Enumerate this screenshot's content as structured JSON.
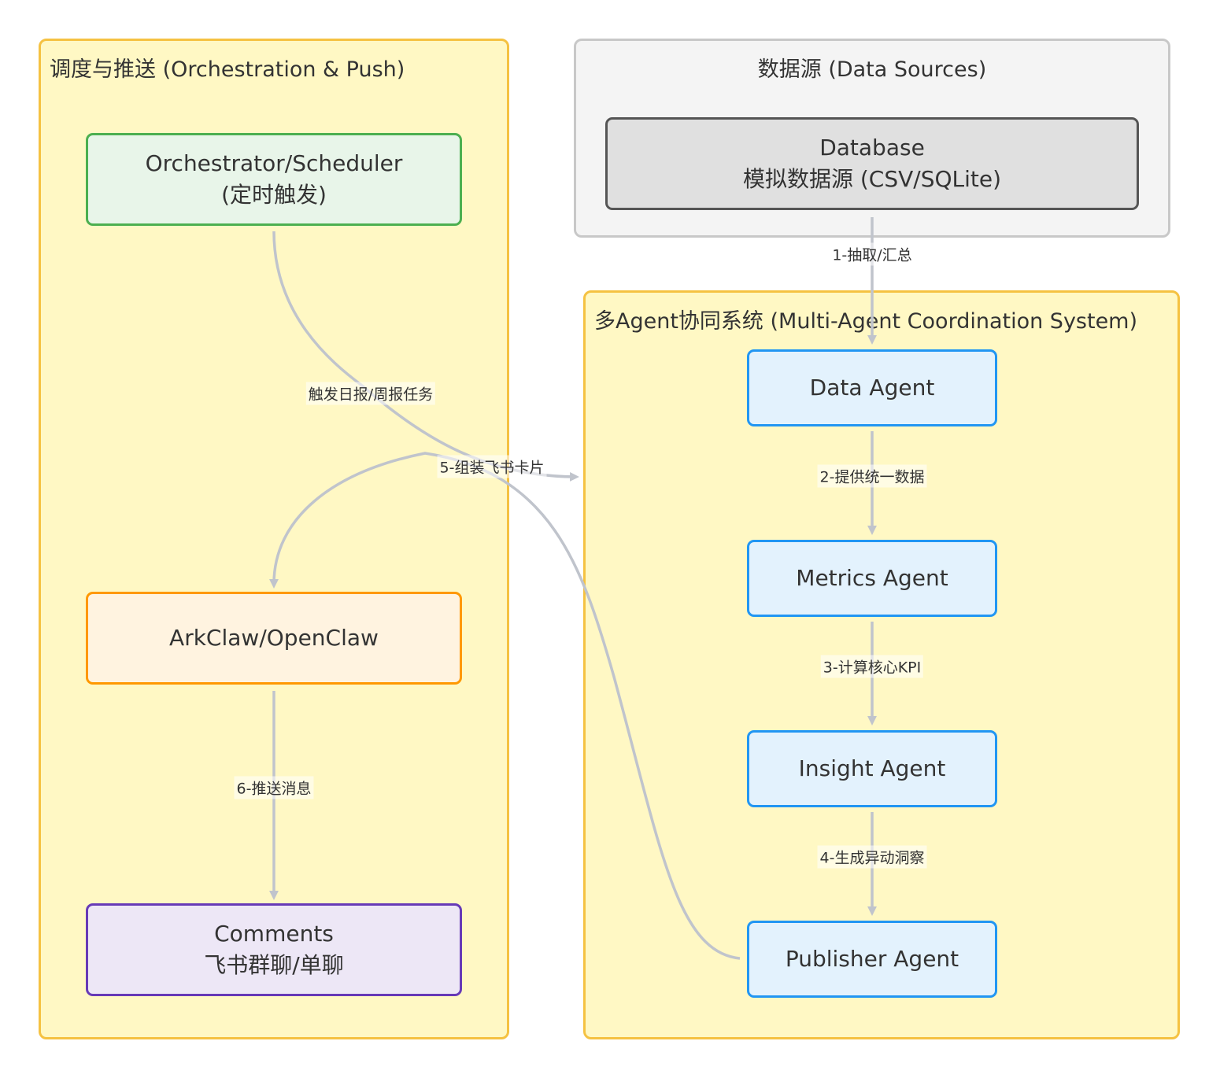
{
  "clusters": {
    "orchestration": {
      "title": "调度与推送 (Orchestration & Push)"
    },
    "sources": {
      "title": "数据源 (Data Sources)"
    },
    "agents": {
      "title": "多Agent协同系统 (Multi-Agent Coordination System)"
    }
  },
  "nodes": {
    "orchestrator": {
      "line1": "Orchestrator/Scheduler",
      "line2": "(定时触发)"
    },
    "arkclaw": {
      "line1": "ArkClaw/OpenClaw"
    },
    "comments": {
      "line1": "Comments",
      "line2": "飞书群聊/单聊"
    },
    "database": {
      "line1": "Database",
      "line2": "模拟数据源 (CSV/SQLite)"
    },
    "data_agent": {
      "line1": "Data Agent"
    },
    "metrics_agent": {
      "line1": "Metrics Agent"
    },
    "insight_agent": {
      "line1": "Insight Agent"
    },
    "publisher_agent": {
      "line1": "Publisher Agent"
    }
  },
  "edges": {
    "e1": "1-抽取/汇总",
    "e2": "2-提供统一数据",
    "e3": "3-计算核心KPI",
    "e4": "4-生成异动洞察",
    "e5": "5-组装飞书卡片",
    "e6": "6-推送消息",
    "trigger": "触发日报/周报任务"
  },
  "colors": {
    "cluster_yellow_bg": "#fff8c4",
    "cluster_yellow_border": "#f5c242",
    "cluster_gray_bg": "#f4f4f4",
    "cluster_gray_border": "#c8c8c8",
    "orchestrator_bg": "#e8f5e9",
    "orchestrator_border": "#4caf50",
    "arkclaw_bg": "#fff3e0",
    "arkclaw_border": "#ff9800",
    "comments_bg": "#ede7f6",
    "comments_border": "#673ab7",
    "database_bg": "#e0e0e0",
    "database_border": "#555555",
    "agent_bg": "#e3f2fd",
    "agent_border": "#2196f3",
    "edge": "#c0c4cc"
  }
}
